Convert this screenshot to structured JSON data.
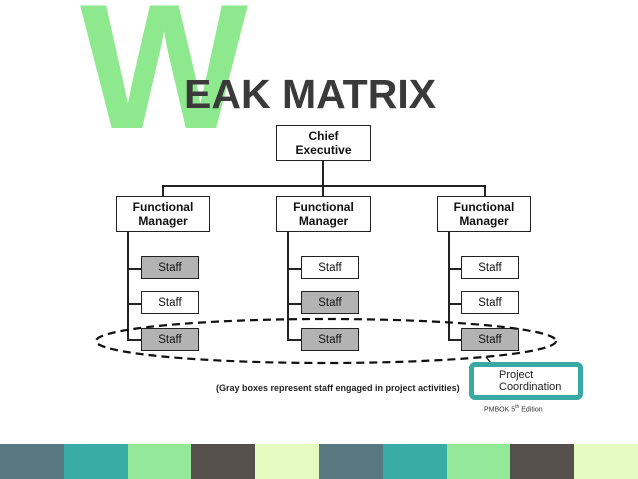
{
  "title": {
    "big_letter": "W",
    "rest": "EAK MATRIX"
  },
  "org_chart": {
    "chief": "Chief\nExecutive",
    "columns": [
      {
        "manager": "Functional\nManager",
        "staff": [
          {
            "label": "Staff",
            "project_activity": true
          },
          {
            "label": "Staff",
            "project_activity": false
          },
          {
            "label": "Staff",
            "project_activity": true
          }
        ]
      },
      {
        "manager": "Functional\nManager",
        "staff": [
          {
            "label": "Staff",
            "project_activity": false
          },
          {
            "label": "Staff",
            "project_activity": true
          },
          {
            "label": "Staff",
            "project_activity": true
          }
        ]
      },
      {
        "manager": "Functional\nManager",
        "staff": [
          {
            "label": "Staff",
            "project_activity": false
          },
          {
            "label": "Staff",
            "project_activity": false
          },
          {
            "label": "Staff",
            "project_activity": true
          }
        ]
      }
    ],
    "caption": "(Gray boxes represent staff engaged in project activities)",
    "callout": "Project\nCoordination"
  },
  "source": {
    "text": "PMBOK 5",
    "superscript": "th",
    "suffix": " Edition"
  },
  "colors": {
    "title_w": "#8ee88e",
    "title_text": "#3a3a3a",
    "gray_box": "#b3b3b3",
    "callout_border": "#3aa9a3",
    "stripes": [
      "#5a7880",
      "#3aaca6",
      "#93e89a",
      "#56504c",
      "#e3fbc0",
      "#5a7880",
      "#3aaca6",
      "#93e89a",
      "#56504c",
      "#e3fbc0"
    ]
  }
}
